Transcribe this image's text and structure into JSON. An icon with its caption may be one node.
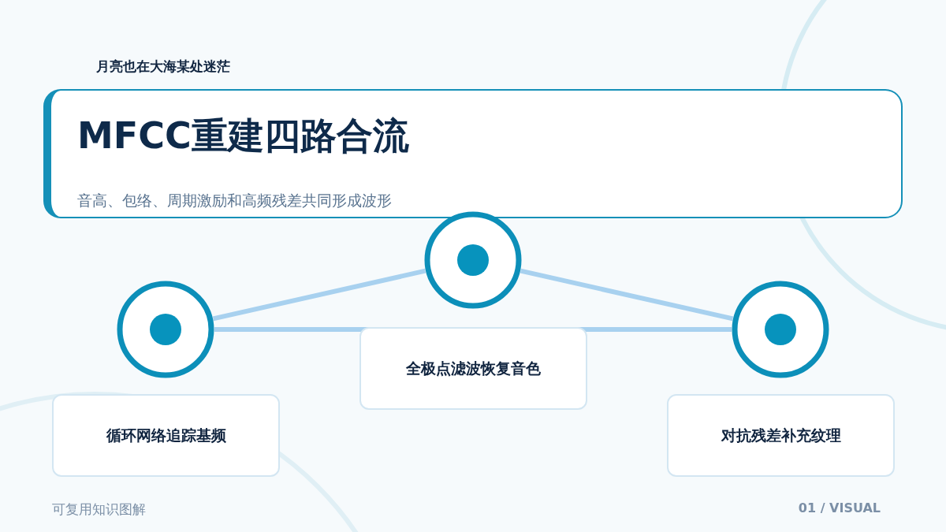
{
  "diagram": {
    "title": "MFCC重建四路合流",
    "nodes": [
      {
        "text": [],
        "shape": "circle"
      },
      {
        "text": [],
        "shape": "circle"
      },
      {
        "text": [],
        "shape": "circle"
      },
      {
        "text": [
          "循环网络追踪基频"
        ]
      },
      {
        "text": [
          "全极点滤波恢复音色"
        ]
      },
      {
        "text": [
          "对抗残差补充纹理"
        ]
      }
    ],
    "edges": [
      {
        "from": 0,
        "to": 1,
        "arrow": "none"
      },
      {
        "from": 1,
        "to": 2,
        "arrow": "none"
      },
      {
        "from": 0,
        "to": 2,
        "arrow": "none"
      }
    ],
    "labels": [
      "月亮也在大海某处迷茫",
      "音高、包络、周期激励和高频残差共同形成波形",
      "可复用知识图解",
      "01 / VISUAL"
    ]
  }
}
